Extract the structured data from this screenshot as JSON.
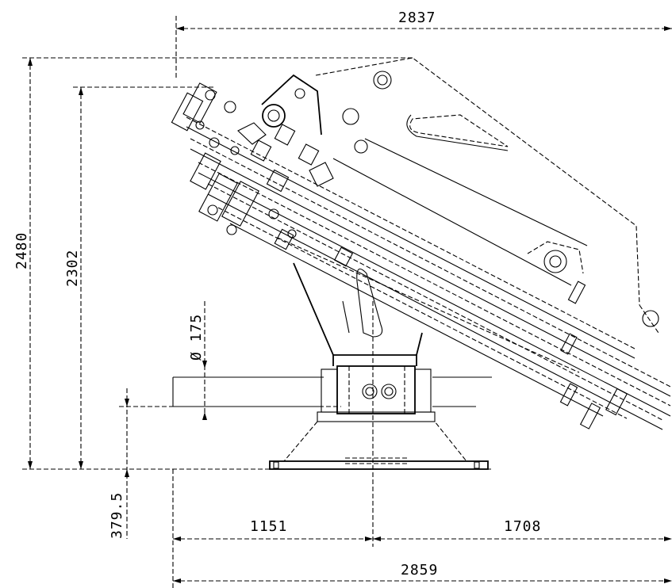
{
  "dimensions": {
    "top_width": "2837",
    "overall_height": "2480",
    "boom_height": "2302",
    "column_diameter": "Ø 175",
    "base_height": "379.5",
    "left_width": "1151",
    "right_width": "1708",
    "bottom_width": "2859"
  }
}
